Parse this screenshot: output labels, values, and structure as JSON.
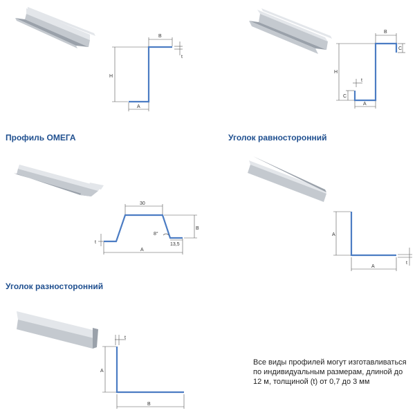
{
  "sections": {
    "omega_title": "Профиль ОМЕГА",
    "equal_angle_title": "Уголок равносторонний",
    "unequal_angle_title": "Уголок разносторонний"
  },
  "note": "Все виды профилей могут изготавливаться по индивидуальным размерам, длиной до 12 м, толщиной (t) от 0,7 до 3 мм",
  "dimension_labels": {
    "d1": {
      "B": "B",
      "H": "H",
      "A": "A",
      "t": "t"
    },
    "d2": {
      "B": "B",
      "C_top": "C",
      "H": "H",
      "C_bottom": "C",
      "t": "t",
      "A": "A"
    },
    "d3": {
      "width": "30",
      "B": "B",
      "angle": "8°",
      "flange": "13,5",
      "t": "t",
      "A": "A"
    },
    "d4": {
      "A_vertical": "A",
      "A_horizontal": "A",
      "t": "t"
    },
    "d5": {
      "t": "t",
      "A": "A",
      "B": "B"
    }
  }
}
